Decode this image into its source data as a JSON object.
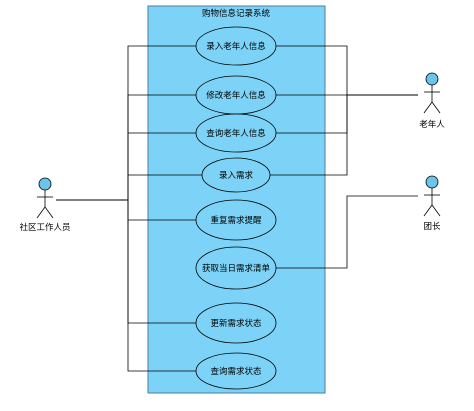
{
  "system": {
    "title": "购物信息记录系统",
    "fill_color": "#7dd3f7",
    "border_color": "#4a7fa0"
  },
  "actors": {
    "elder": {
      "label": "老年人",
      "fill_color": "#6bc4ea"
    },
    "community_worker": {
      "label": "社区工作人员",
      "fill_color": "#6bc4ea"
    },
    "group_leader": {
      "label": "团长",
      "fill_color": "#6bc4ea"
    }
  },
  "use_cases": [
    {
      "id": "enter-elder-info",
      "label": "录入老年人信息"
    },
    {
      "id": "modify-elder-info",
      "label": "修改老年人信息"
    },
    {
      "id": "query-elder-info",
      "label": "查询老年人信息"
    },
    {
      "id": "enter-demand",
      "label": "录入需求"
    },
    {
      "id": "repeat-demand-reminder",
      "label": "重复需求提醒"
    },
    {
      "id": "get-daily-demand-list",
      "label": "获取当日需求清单"
    },
    {
      "id": "update-demand-status",
      "label": "更新需求状态"
    },
    {
      "id": "query-demand-status",
      "label": "查询需求状态"
    }
  ]
}
